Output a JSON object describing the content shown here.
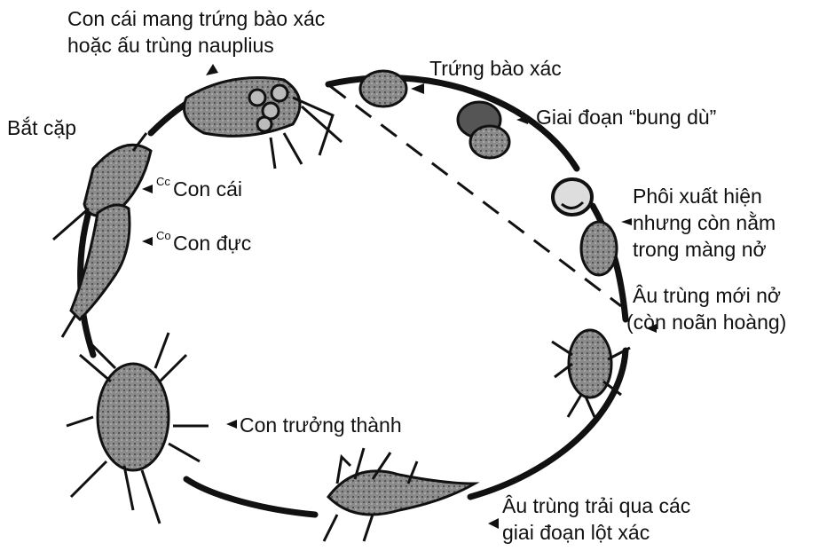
{
  "labels": {
    "female_eggs_1": "Con cái mang trứng bào xác",
    "female_eggs_2": "hoặc ấu trùng nauplius",
    "cyst": "Trứng bào xác",
    "umbrella": "Giai đoạn “bung dù”",
    "embryo_1": "Phôi xuất hiện",
    "embryo_2": "nhưng còn nằm",
    "embryo_3": "trong màng nở",
    "hatched_1": "Âu trùng mới nở",
    "hatched_2": "(còn noãn hoàng)",
    "molting_1": "Âu trùng trải qua các",
    "molting_2": "giai đoạn lột xác",
    "adult": "Con trưởng thành",
    "mating": "Bắt cặp",
    "female": "Con cái",
    "male": "Con đực",
    "female_tag": "Cc",
    "male_tag": "Co"
  },
  "colors": {
    "ink": "#111111",
    "egg_fill": "#6e6e6e",
    "body_fill": "#9a9a9a"
  }
}
